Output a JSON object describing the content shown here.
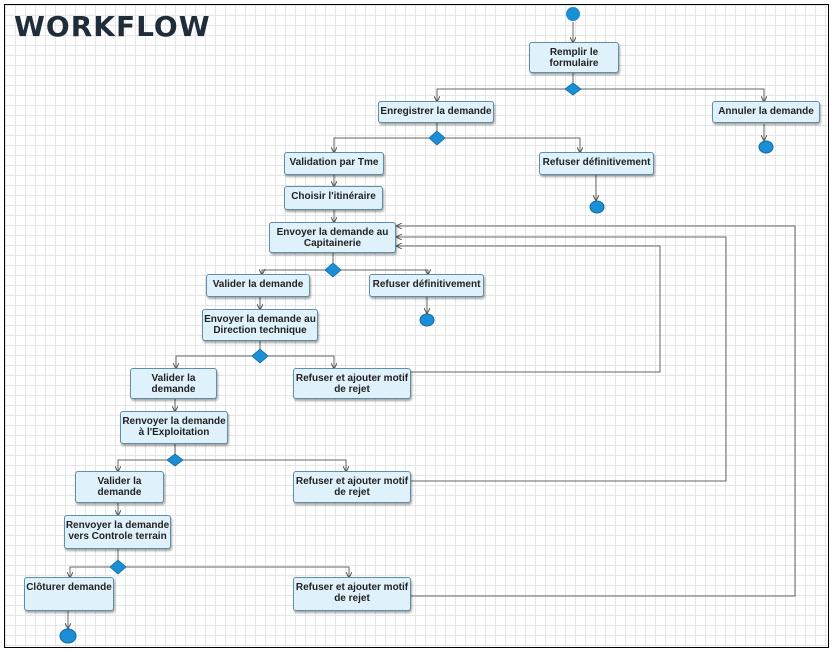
{
  "title": "WORKFLOW",
  "nodes": {
    "remplir": "Remplir le formulaire",
    "enregistrer": "Enregistrer la demande",
    "annuler": "Annuler la demande",
    "validation_tme": "Validation par Tme",
    "refuser_def_1": "Refuser définitivement",
    "choisir": "Choisir l'itinéraire",
    "envoyer_cap": "Envoyer la demande au Capitainerie",
    "valider_1": "Valider la demande",
    "refuser_def_2": "Refuser définitivement",
    "envoyer_dt": "Envoyer la demande au Direction technique",
    "valider_2": "Valider la demande",
    "refuser_motif_1": "Refuser et ajouter motif de rejet",
    "renvoyer_exp": "Renvoyer la demande à l'Exploitation",
    "valider_3": "Valider la demande",
    "refuser_motif_2": "Refuser et ajouter motif de rejet",
    "renvoyer_ct": "Renvoyer la demande vers Controle terrain",
    "cloturer": "Clôturer demande",
    "refuser_motif_3": "Refuser et ajouter motif de rejet"
  },
  "colors": {
    "node_fill": "#dff1fb",
    "node_border": "#5f8ea8",
    "decision": "#1a8fd6",
    "start": "#1a8fd6",
    "line": "#666666"
  }
}
